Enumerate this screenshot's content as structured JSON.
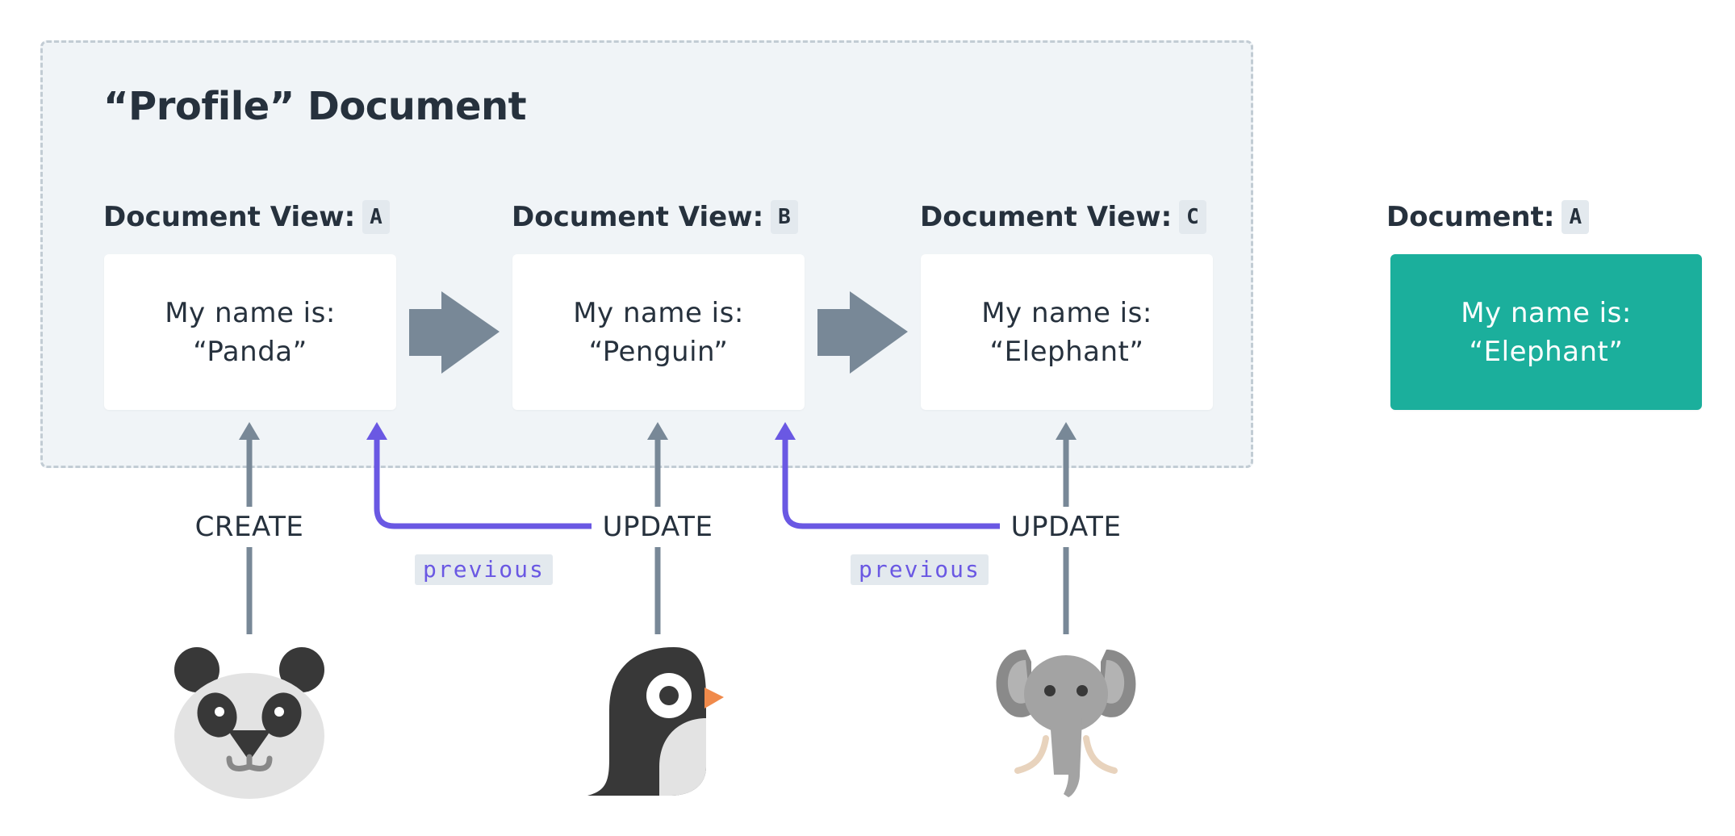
{
  "group": {
    "title": "“Profile” Document"
  },
  "views": [
    {
      "label": "Document View:",
      "key": "A",
      "line1": "My name is:",
      "line2": "“Panda”"
    },
    {
      "label": "Document View:",
      "key": "B",
      "line1": "My name is:",
      "line2": "“Penguin”"
    },
    {
      "label": "Document View:",
      "key": "C",
      "line1": "My name is:",
      "line2": "“Elephant”"
    }
  ],
  "document": {
    "label": "Document:",
    "key": "A",
    "line1": "My name is:",
    "line2": "“Elephant”"
  },
  "actions": [
    "CREATE",
    "UPDATE",
    "UPDATE"
  ],
  "previous_tags": [
    "previous",
    "previous"
  ],
  "icons": [
    "panda-icon",
    "penguin-icon",
    "elephant-icon"
  ],
  "colors": {
    "teal": "#1baf9c",
    "purple": "#6a58e3",
    "arrow_gray": "#788897",
    "group_bg": "#f0f4f7"
  }
}
